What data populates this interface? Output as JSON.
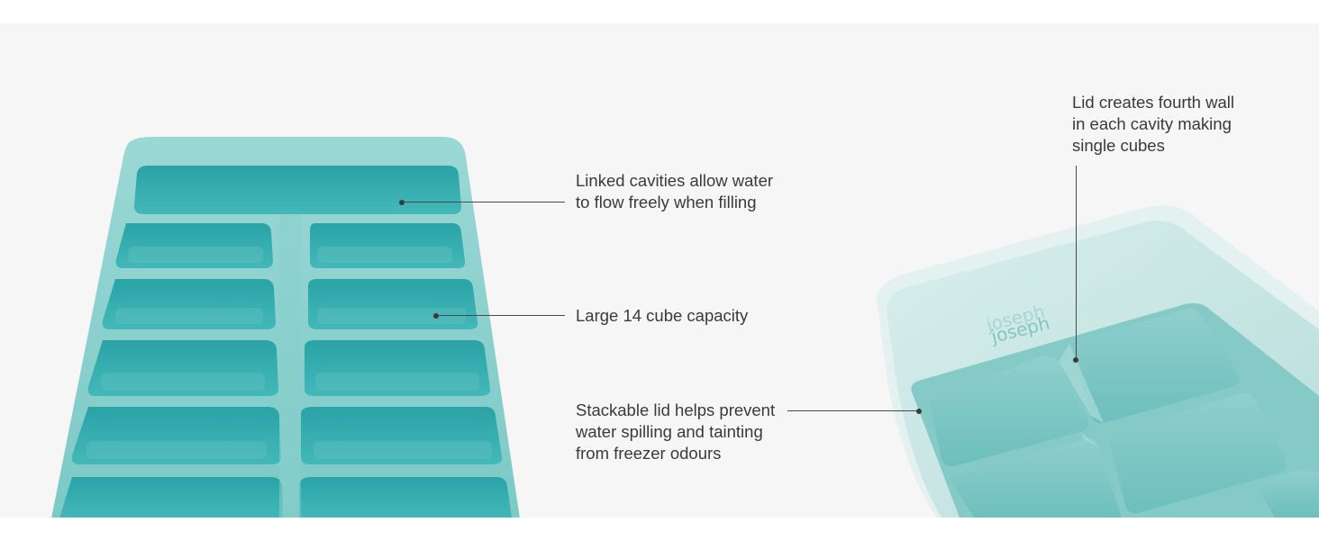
{
  "callouts": {
    "linked": "Linked cavities allow water\nto flow freely when filling",
    "capacity": "Large 14 cube capacity",
    "stackable": "Stackable lid helps prevent\nwater spilling and tainting\nfrom freezer odours",
    "lid_wall": "Lid creates fourth wall\nin each cavity making\nsingle cubes"
  },
  "brand": {
    "lid_logo": "Joseph Joseph"
  },
  "colors": {
    "tray_teal": "#3fb7b8",
    "tray_teal_dark": "#2a9fa2",
    "tray_rim": "#8fd3d0",
    "lid_frost": "#cfe9e6",
    "background": "#f6f6f6",
    "text": "#3a3a3a"
  }
}
